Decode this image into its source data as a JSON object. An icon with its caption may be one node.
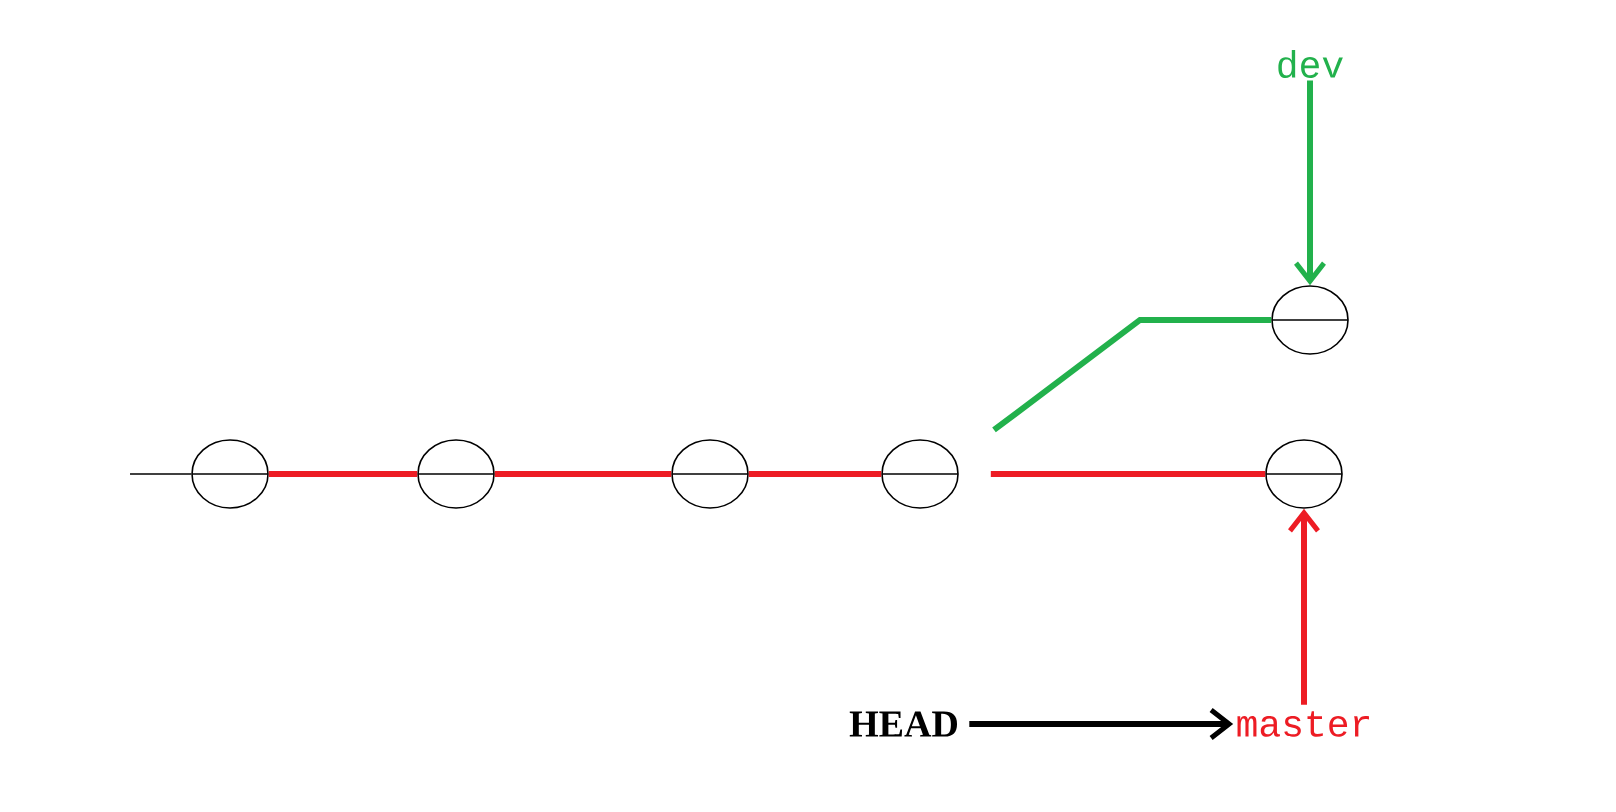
{
  "diagram": {
    "nodes": [
      {
        "text": [],
        "shape": "circle"
      },
      {
        "text": [],
        "shape": "circle"
      },
      {
        "text": [],
        "shape": "circle"
      },
      {
        "text": [],
        "shape": "circle"
      },
      {
        "text": [],
        "shape": "circle"
      },
      {
        "text": [],
        "shape": "circle"
      },
      {
        "text": [
          "dev"
        ]
      },
      {
        "text": [
          "HEAD"
        ]
      },
      {
        "text": [
          "master"
        ]
      }
    ],
    "edges": [
      {
        "from": null,
        "to": 0,
        "arrow": "none",
        "color": "#000000"
      },
      {
        "from": 0,
        "to": 1,
        "arrow": "none"
      },
      {
        "from": 1,
        "to": 2,
        "arrow": "none"
      },
      {
        "from": 2,
        "to": 3,
        "arrow": "none"
      },
      {
        "from": 3,
        "to": 4,
        "arrow": "none"
      },
      {
        "from": 3,
        "to": 5,
        "arrow": "none",
        "color": "#22b14c"
      },
      {
        "from": 6,
        "to": 5,
        "arrow": "to",
        "color": "#22b14c"
      },
      {
        "from": 8,
        "to": 4,
        "arrow": "to"
      },
      {
        "from": 7,
        "to": 8,
        "arrow": "to",
        "color": "#000000"
      }
    ]
  }
}
